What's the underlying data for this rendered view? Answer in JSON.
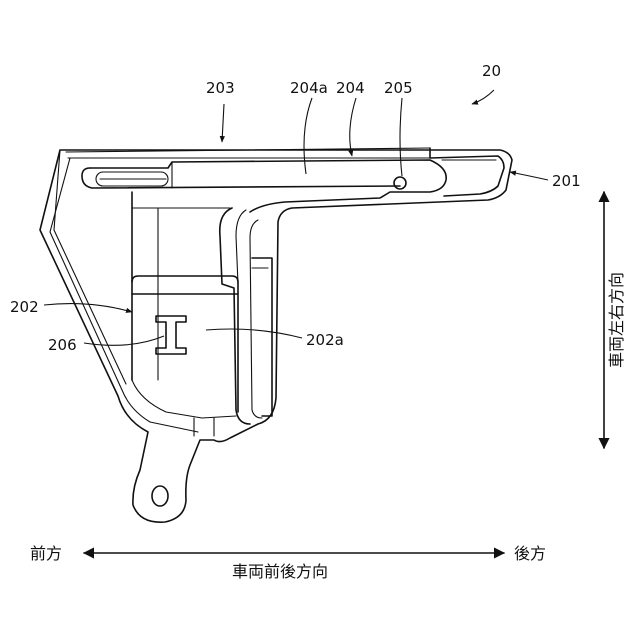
{
  "labels": {
    "assembly": "20",
    "part_201": "201",
    "part_202": "202",
    "part_202a": "202a",
    "part_203": "203",
    "part_204": "204",
    "part_204a": "204a",
    "part_205": "205",
    "part_206": "206"
  },
  "directions": {
    "front": "前方",
    "rear": "後方",
    "longitudinal": "車両前後方向",
    "lateral": "車両左右方向"
  }
}
